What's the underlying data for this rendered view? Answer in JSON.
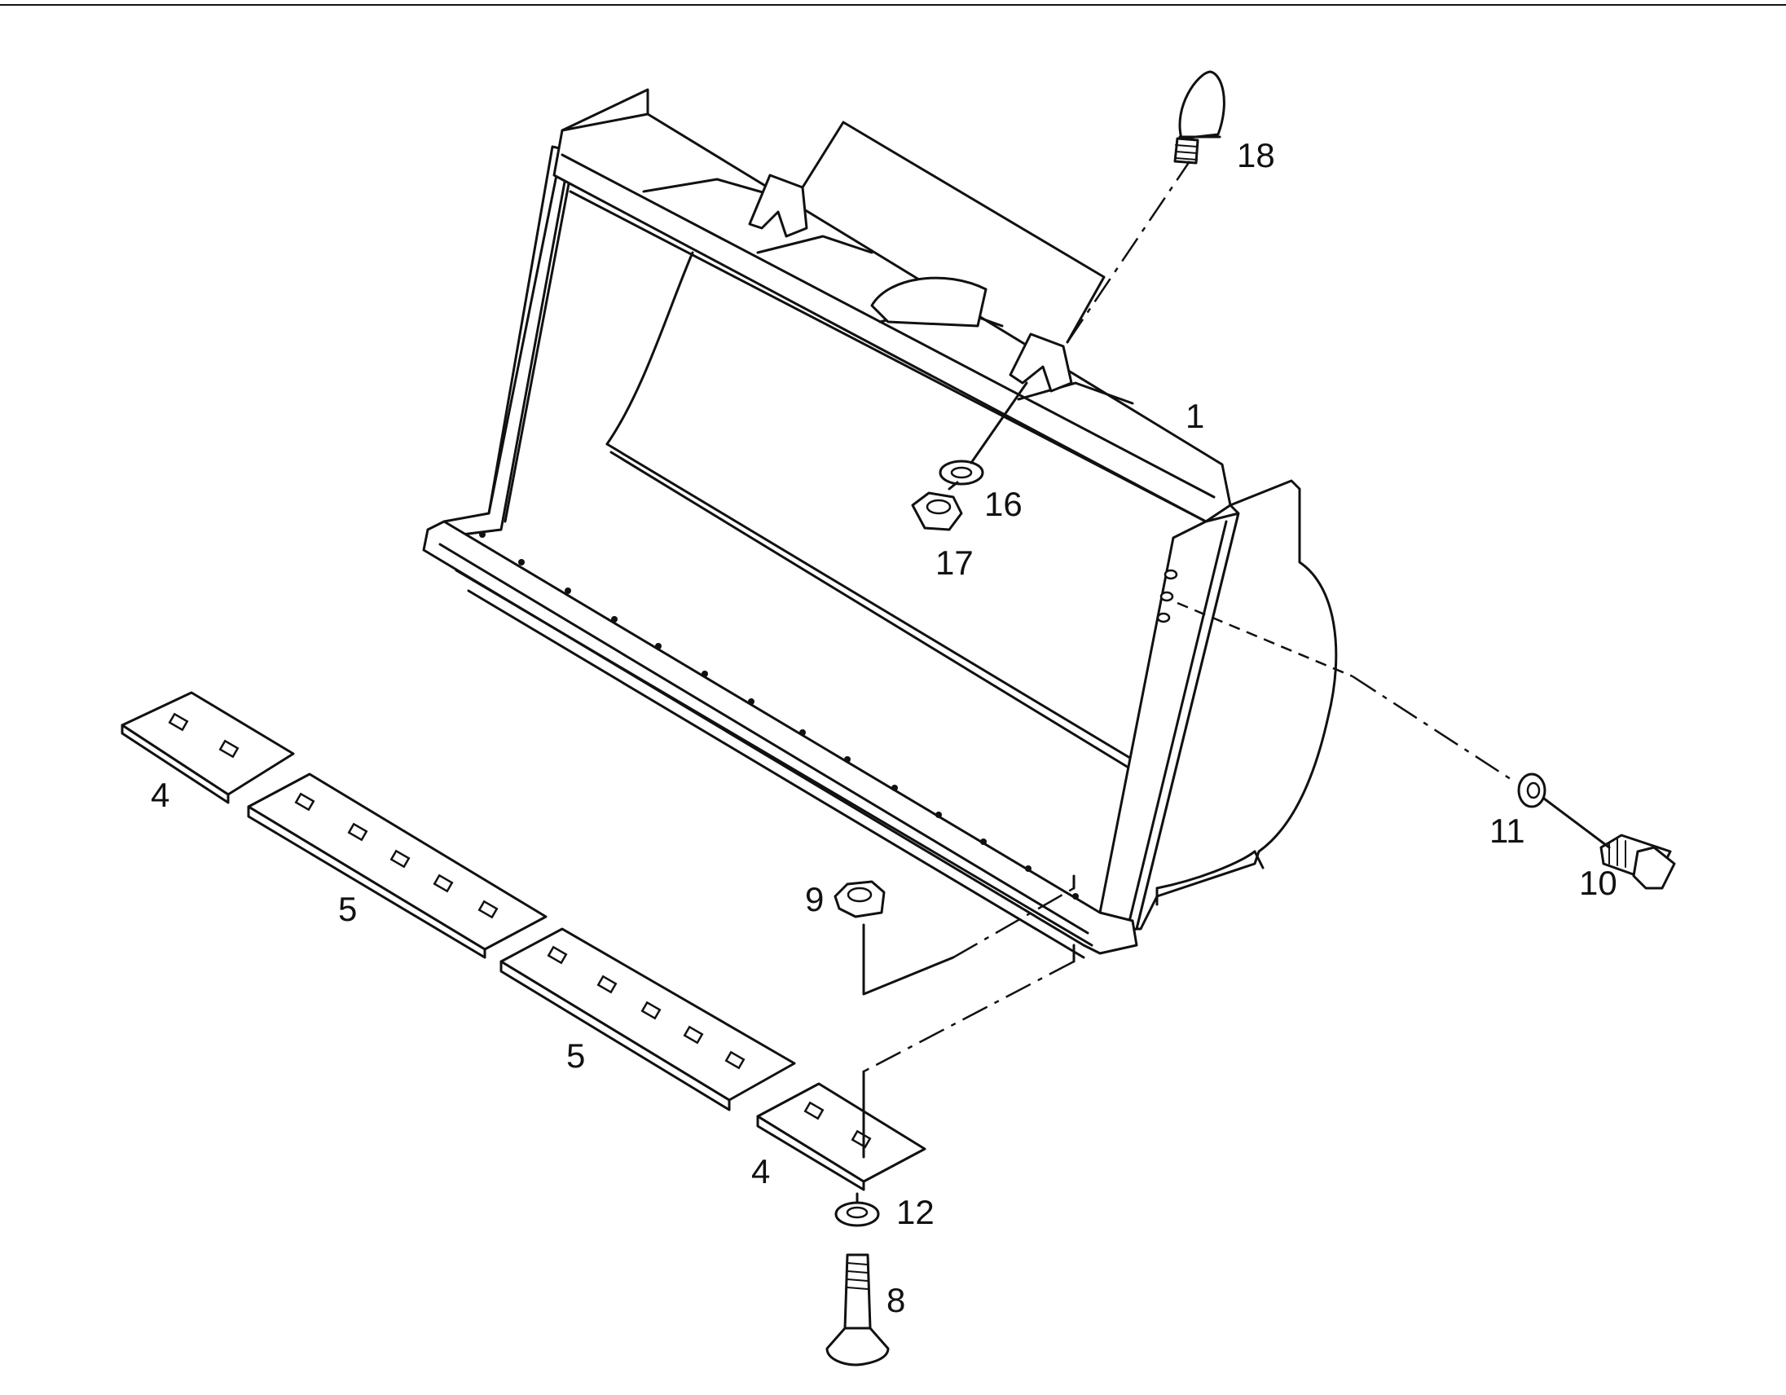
{
  "callouts": {
    "c1": "1",
    "c4a": "4",
    "c4b": "4",
    "c5a": "5",
    "c5b": "5",
    "c8": "8",
    "c9": "9",
    "c10": "10",
    "c11": "11",
    "c12": "12",
    "c16": "16",
    "c17": "17",
    "c18": "18"
  }
}
